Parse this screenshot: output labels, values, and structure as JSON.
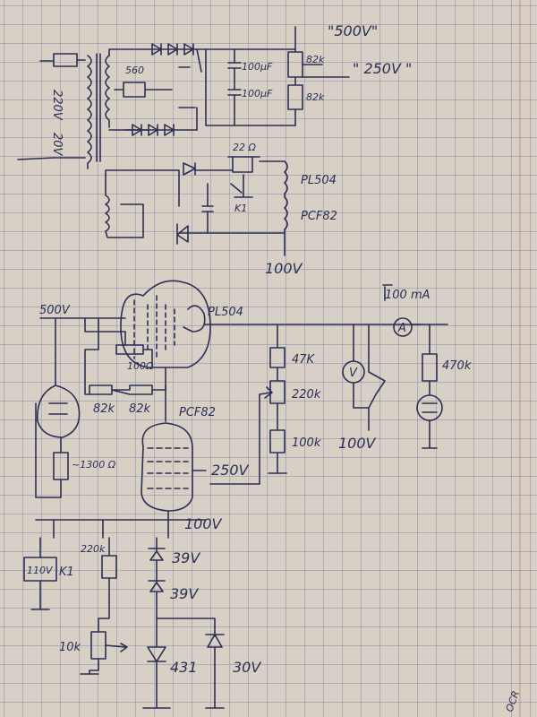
{
  "top_circuit": {
    "label_500v": "\"500V\"",
    "label_250v": "\" 250V \"",
    "label_220": "220V",
    "label_20v": "20V",
    "label_560": "560",
    "cap1": "100µF",
    "cap2": "100µF",
    "res1": "82k",
    "res2": "82k"
  },
  "relay_circuit": {
    "res_22": "22 Ω",
    "relay_k1": "K1",
    "tube1": "PL504",
    "tube2": "PCF82",
    "supply": "100V"
  },
  "main_circuit": {
    "supply_500v": "500V",
    "tube_pl504": "PL504",
    "res_100": "100Ω",
    "res_82k_a": "82k",
    "res_82k_b": "82k",
    "tube_pcf82": "PCF82",
    "res_1300": "~1300 Ω",
    "res_47k": "47K",
    "pot_220k": "220k",
    "res_100k": "100k",
    "meter_v": "V",
    "meter_a": "A",
    "current": "100 mA",
    "res_470k": "470k",
    "v_100_meter": "100V",
    "v_250": "250V",
    "v_100_bus": "100V",
    "relay_box": "110V",
    "relay_k1": "K1",
    "res_220k": "220k",
    "zener1": "39V",
    "zener2": "39V",
    "pot_10k": "10k",
    "tl431": "431",
    "zener3": "30V"
  },
  "corner_mark": "OCR"
}
